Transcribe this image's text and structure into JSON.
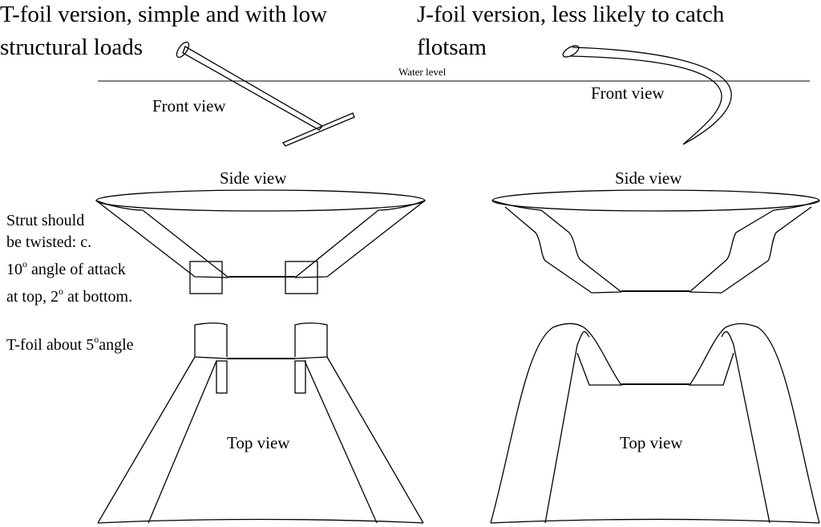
{
  "titles": {
    "left_line1": "T-foil version, simple and with low",
    "left_line2": "structural loads",
    "right_line1": "J-foil version, less likely to catch",
    "right_line2": "flotsam"
  },
  "water_level": "Water level",
  "labels": {
    "front_view_left": "Front view",
    "front_view_right": "Front view",
    "side_view_left": "Side view",
    "side_view_right": "Side view",
    "top_view_left": "Top view",
    "top_view_right": "Top view"
  },
  "notes": {
    "strut_1": "Strut should",
    "strut_2": "be twisted: c.",
    "strut_3a": "10",
    "strut_3b": "angle of attack",
    "strut_4a": "at top, 2",
    "strut_4b": "at bottom.",
    "tfoil_a": "T-foil about 5",
    "tfoil_b": "angle",
    "degree": "o"
  }
}
